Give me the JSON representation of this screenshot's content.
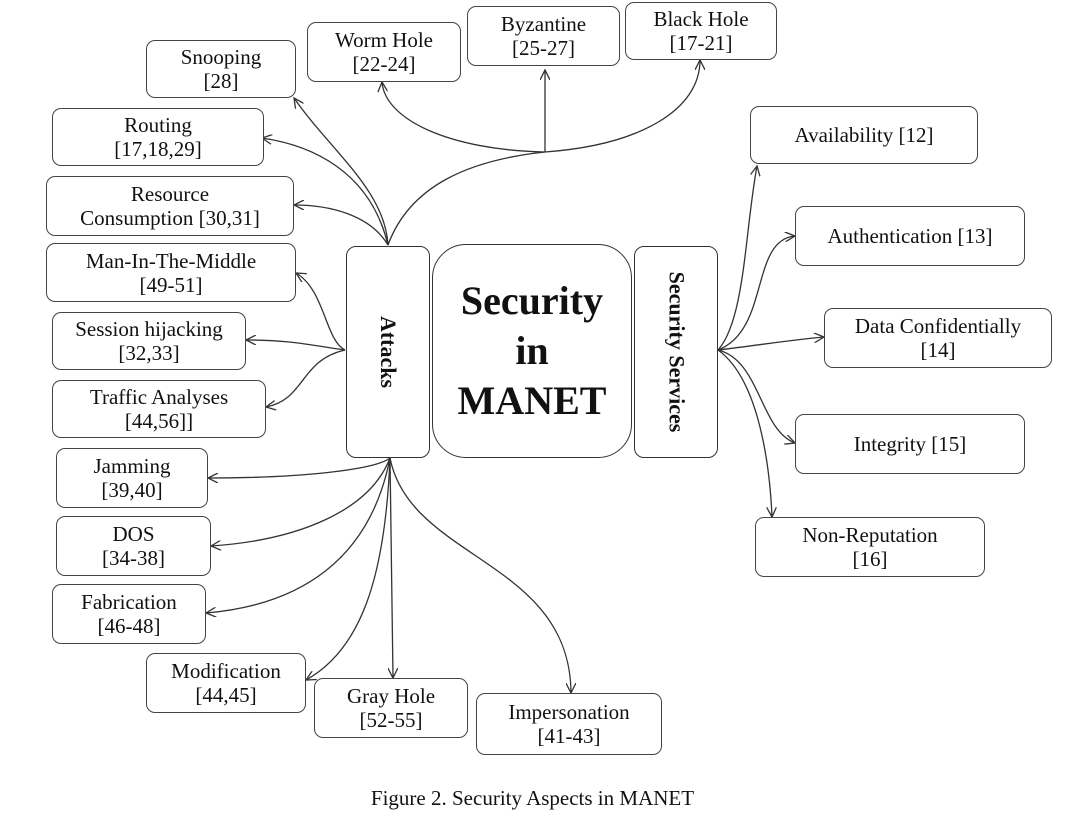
{
  "center_label": [
    "Security",
    "in",
    "MANET"
  ],
  "attacks_label": "Attacks",
  "services_label": "Security Services",
  "attacks": [
    {
      "lines": [
        "Snooping",
        "[28]"
      ]
    },
    {
      "lines": [
        "Worm Hole",
        "[22-24]"
      ]
    },
    {
      "lines": [
        "Byzantine",
        "[25-27]"
      ]
    },
    {
      "lines": [
        "Black Hole",
        "[17-21]"
      ]
    },
    {
      "lines": [
        "Routing",
        "[17,18,29]"
      ]
    },
    {
      "lines": [
        "Resource",
        "Consumption [30,31]"
      ]
    },
    {
      "lines": [
        "Man-In-The-Middle",
        "[49-51]"
      ]
    },
    {
      "lines": [
        "Session hijacking",
        "[32,33]"
      ]
    },
    {
      "lines": [
        "Traffic Analyses",
        "[44,56]]"
      ]
    },
    {
      "lines": [
        "Jamming",
        "[39,40]"
      ]
    },
    {
      "lines": [
        "DOS",
        "[34-38]"
      ]
    },
    {
      "lines": [
        "Fabrication",
        "[46-48]"
      ]
    },
    {
      "lines": [
        "Modification",
        "[44,45]"
      ]
    },
    {
      "lines": [
        "Gray Hole",
        "[52-55]"
      ]
    },
    {
      "lines": [
        "Impersonation",
        "[41-43]"
      ]
    }
  ],
  "services": [
    {
      "lines": [
        "Availability  [12]"
      ]
    },
    {
      "lines": [
        "Authentication [13]"
      ]
    },
    {
      "lines": [
        "Data Confidentially",
        "[14]"
      ]
    },
    {
      "lines": [
        "Integrity [15]"
      ]
    },
    {
      "lines": [
        "Non-Reputation",
        "[16]"
      ]
    }
  ],
  "caption": "Figure 2. Security Aspects in MANET"
}
